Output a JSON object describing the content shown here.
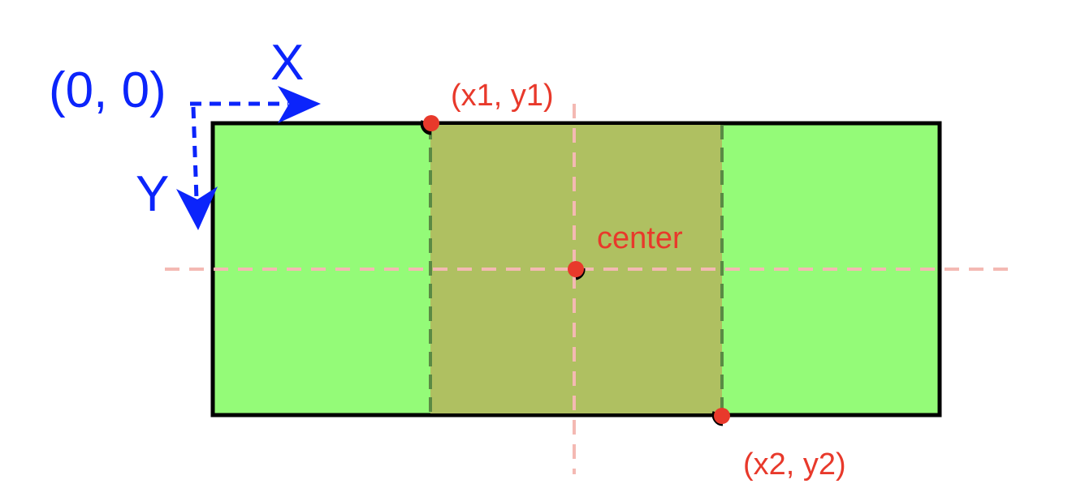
{
  "colors": {
    "background": "#ffffff",
    "outer_fill": "#94fb78",
    "outer_stroke": "#000000",
    "inner_fill": "#afc061",
    "inner_guide": "#5a8a44",
    "axis_blue": "#0b24fb",
    "point_red": "#e8392b",
    "center_guide": "#f4b9b3"
  },
  "labels": {
    "origin": "(0, 0)",
    "x_axis": "X",
    "y_axis": "Y",
    "top_left_point": "(x1, y1)",
    "center_point": "center",
    "bottom_right_point": "(x2, y2)"
  }
}
